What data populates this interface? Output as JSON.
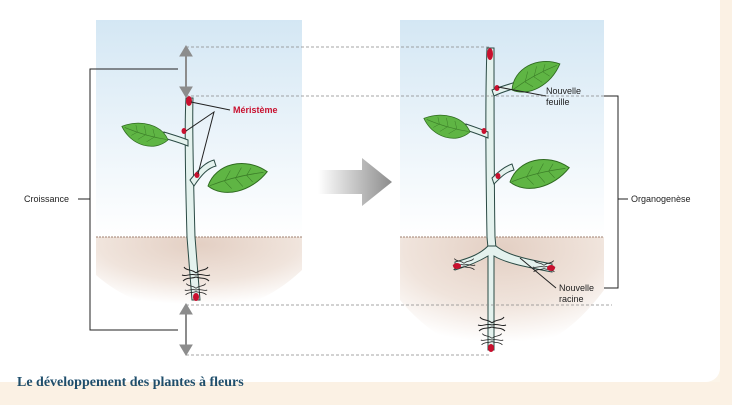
{
  "labels": {
    "meristem": "Méristème",
    "growth": "Croissance",
    "new_leaf_line1": "Nouvelle",
    "new_leaf_line2": "feuille",
    "organogenesis": "Organogenèse",
    "new_root_line1": "Nouvelle",
    "new_root_line2": "racine"
  },
  "caption": "Le développement des plantes à fleurs",
  "colors": {
    "sky_top": "#d6e8f4",
    "sky_bottom": "#ffffff",
    "soil": "#e9dad1",
    "stem": "#e4f2ee",
    "leaf": "#5fb544",
    "meristem": "#c8102e",
    "caption": "#1f4e6b",
    "arrow": "#9a9a9a"
  }
}
